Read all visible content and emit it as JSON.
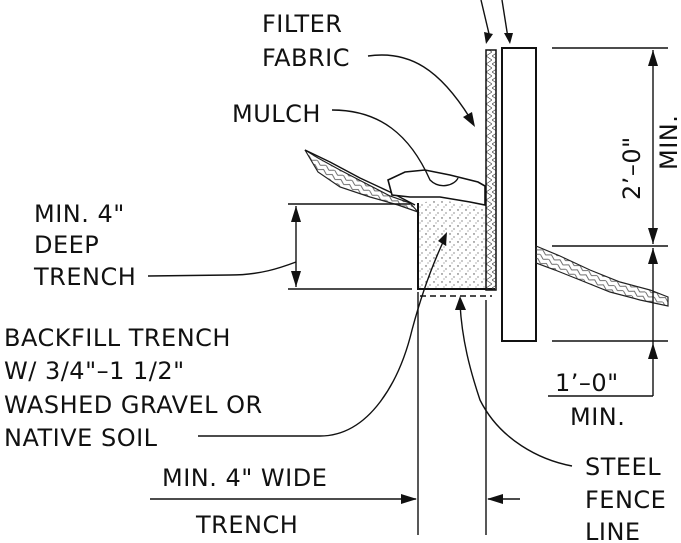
{
  "labels": {
    "filter_fabric_1": "FILTER",
    "filter_fabric_2": "FABRIC",
    "mulch": "MULCH",
    "trench_depth_1": "MIN. 4\"",
    "trench_depth_2": "DEEP",
    "trench_depth_3": "TRENCH",
    "backfill_1": "BACKFILL TRENCH",
    "backfill_2": "W/ 3/4\"–1 1/2\"",
    "backfill_3": "WASHED GRAVEL OR",
    "backfill_4": "NATIVE SOIL",
    "trench_width_1": "MIN. 4\" WIDE",
    "trench_width_2": "TRENCH",
    "fence_line_1": "STEEL",
    "fence_line_2": "FENCE",
    "fence_line_3": "LINE",
    "height_dim": "2’–0\"",
    "height_min": "MIN.",
    "embed_dim": "1’–0\"",
    "embed_min": "MIN."
  }
}
